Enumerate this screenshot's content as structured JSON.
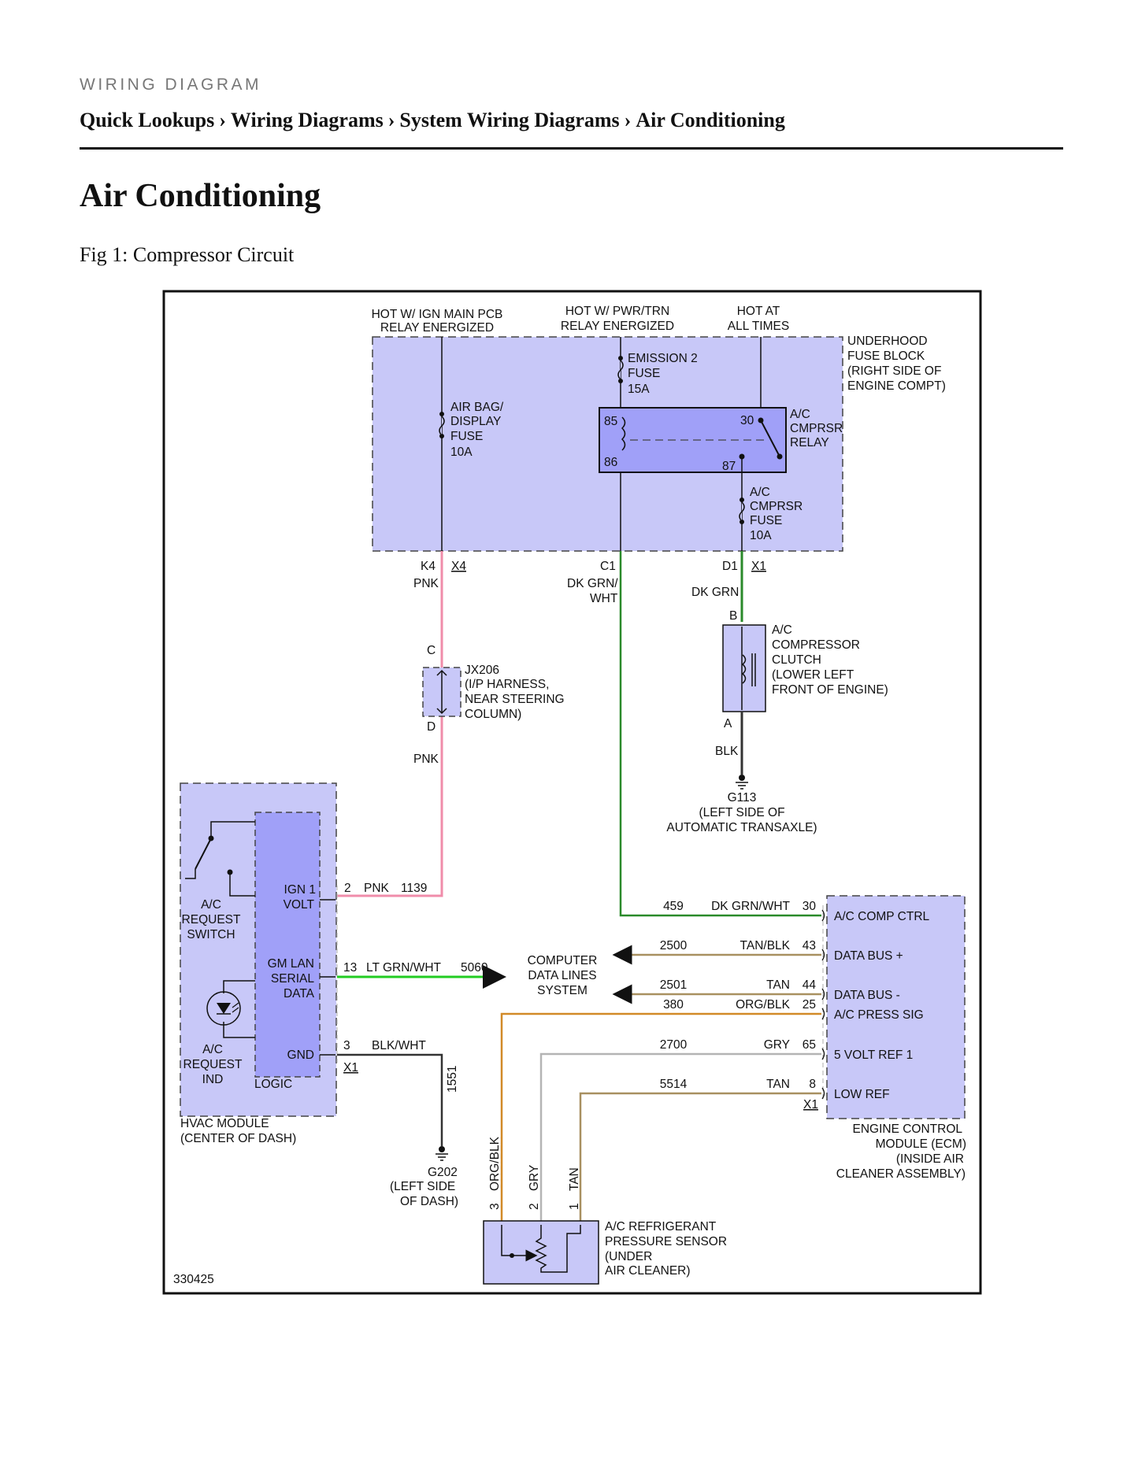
{
  "kicker": "WIRING DIAGRAM",
  "breadcrumb": [
    "Quick Lookups",
    "Wiring Diagrams",
    "System Wiring Diagrams",
    "Air Conditioning"
  ],
  "breadcrumb_sep": "›",
  "page_title": "Air Conditioning",
  "figure_caption": "Fig 1: Compressor Circuit",
  "diagram": {
    "figure_id": "330425",
    "colors": {
      "fuse_block": "#c8c8f8",
      "module_inner": "#a0a0f8",
      "pnk": "#f08caa",
      "dk_grn": "#2a8a2a",
      "lt_grn": "#22cc22",
      "tan": "#a89060",
      "org_blk": "#d28a28",
      "gry": "#b4b4b4",
      "blk": "#333333"
    },
    "power_labels": {
      "ign": [
        "HOT W/ IGN MAIN PCB",
        "RELAY ENERGIZED"
      ],
      "pwrtrn": [
        "HOT W/ PWR/TRN",
        "RELAY ENERGIZED"
      ],
      "hot": [
        "HOT AT",
        "ALL TIMES"
      ]
    },
    "fuse_block_label": [
      "UNDERHOOD",
      "FUSE BLOCK",
      "(RIGHT SIDE OF",
      "ENGINE COMPT)"
    ],
    "emission_fuse": [
      "EMISSION 2",
      "FUSE",
      "15A"
    ],
    "airbag_fuse": [
      "AIR BAG/",
      "DISPLAY",
      "FUSE",
      "10A"
    ],
    "relay": {
      "label": [
        "A/C",
        "CMPRSR",
        "RELAY"
      ],
      "pin85": "85",
      "pin86": "86",
      "pin30": "30",
      "pin87": "87"
    },
    "cmprsr_fuse": [
      "A/C",
      "CMPRSR",
      "FUSE",
      "10A"
    ],
    "fb_pins": {
      "k4": "K4",
      "x4": "X4",
      "c1": "C1",
      "d1": "D1",
      "x1": "X1"
    },
    "wire_labels": {
      "pnk_top": "PNK",
      "dkgrnwht": [
        "DK GRN/",
        "WHT"
      ],
      "dkgrn": "DK GRN",
      "pnk_mid": "PNK",
      "blk": "BLK"
    },
    "jx206": {
      "pin_c": "C",
      "pin_d": "D",
      "label": [
        "JX206",
        "(I/P HARNESS,",
        "NEAR STEERING",
        "COLUMN)"
      ]
    },
    "clutch": {
      "pin_b": "B",
      "pin_a": "A",
      "label": [
        "A/C",
        "COMPRESSOR",
        "CLUTCH",
        "(LOWER LEFT",
        "FRONT OF ENGINE)"
      ]
    },
    "g113": [
      "G113",
      "(LEFT SIDE OF",
      "AUTOMATIC TRANSAXLE)"
    ],
    "hvac": {
      "switch_label": [
        "A/C",
        "REQUEST",
        "SWITCH"
      ],
      "ind_label": [
        "A/C",
        "REQUEST",
        "IND"
      ],
      "ign1": [
        "IGN 1",
        "VOLT"
      ],
      "gmlan": [
        "GM LAN",
        "SERIAL",
        "DATA"
      ],
      "gnd": "GND",
      "logic": "LOGIC",
      "module_label": [
        "HVAC MODULE",
        "(CENTER OF DASH)"
      ],
      "x1": "X1"
    },
    "hvac_wires": [
      {
        "pin": "2",
        "color": "PNK",
        "circuit": "1139"
      },
      {
        "pin": "13",
        "color": "LT GRN/WHT",
        "circuit": "5060"
      },
      {
        "pin": "3",
        "color": "BLK/WHT",
        "circuit": ""
      }
    ],
    "circuit_1551": "1551",
    "computer_lines": [
      "COMPUTER",
      "DATA LINES",
      "SYSTEM"
    ],
    "ecm_rows": [
      {
        "circuit": "459",
        "color": "DK GRN/WHT",
        "pin": "30",
        "name": "A/C COMP CTRL"
      },
      {
        "circuit": "2500",
        "color": "TAN/BLK",
        "pin": "43",
        "name": "DATA BUS +"
      },
      {
        "circuit": "2501",
        "color": "TAN",
        "pin": "44",
        "name": "DATA BUS -"
      },
      {
        "circuit": "380",
        "color": "ORG/BLK",
        "pin": "25",
        "name": "A/C PRESS SIG"
      },
      {
        "circuit": "2700",
        "color": "GRY",
        "pin": "65",
        "name": "5 VOLT REF 1"
      },
      {
        "circuit": "5514",
        "color": "TAN",
        "pin": "8",
        "name": "LOW REF"
      }
    ],
    "ecm_x1": "X1",
    "ecm_label": [
      "ENGINE CONTROL",
      "MODULE (ECM)",
      "(INSIDE AIR",
      "CLEANER ASSEMBLY)"
    ],
    "g202": [
      "G202",
      "(LEFT SIDE",
      "OF DASH)"
    ],
    "sensor_pins": [
      {
        "pin": "3",
        "color": "ORG/BLK"
      },
      {
        "pin": "2",
        "color": "GRY"
      },
      {
        "pin": "1",
        "color": "TAN"
      }
    ],
    "sensor_label": [
      "A/C REFRIGERANT",
      "PRESSURE SENSOR",
      "(UNDER",
      "AIR CLEANER)"
    ]
  }
}
